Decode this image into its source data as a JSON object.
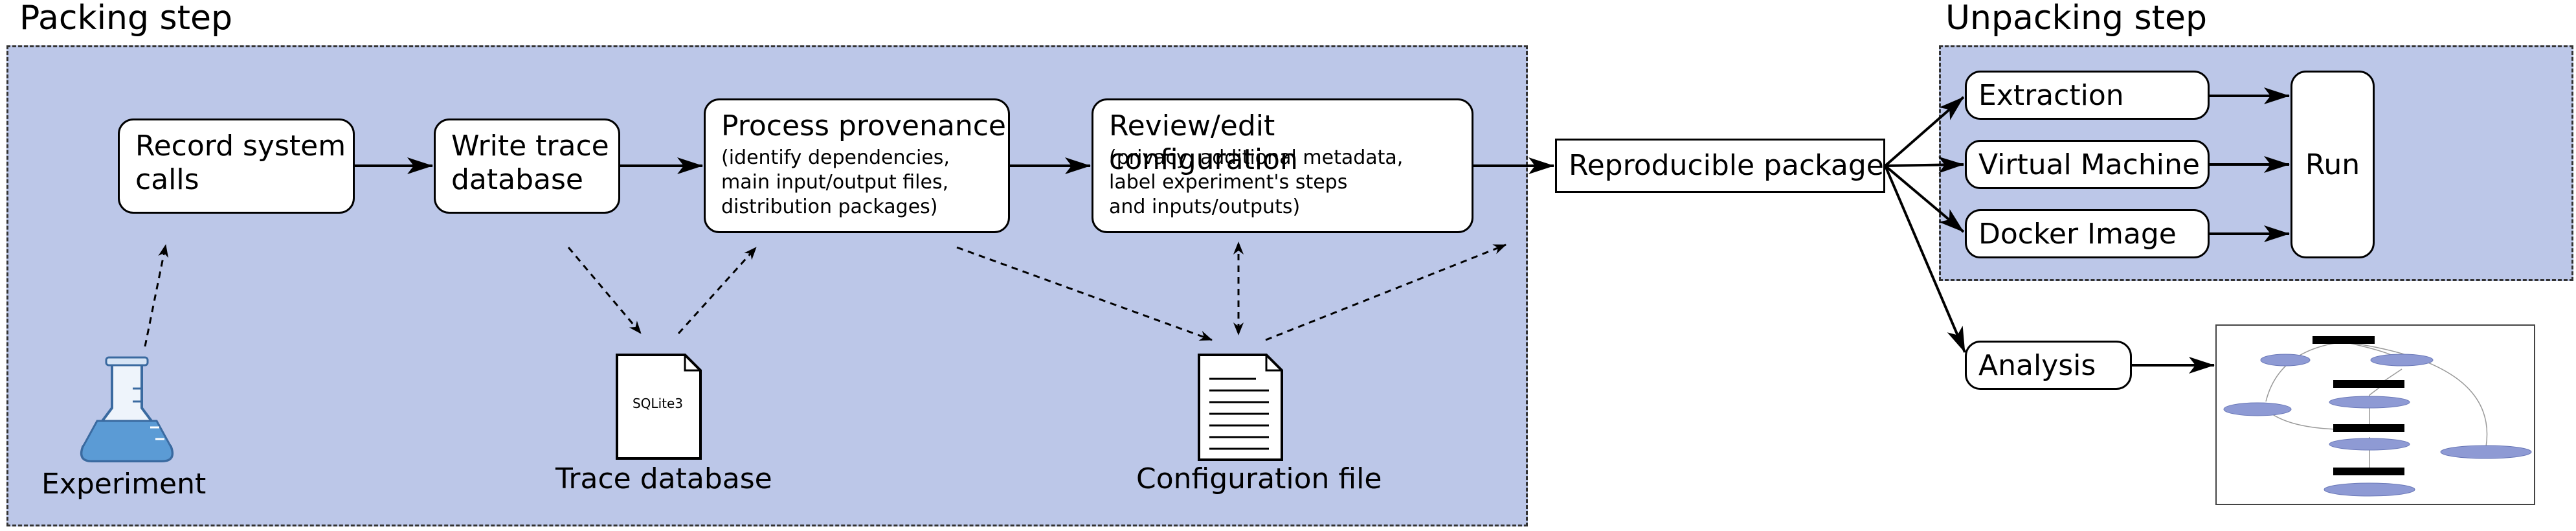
{
  "packing": {
    "title": "Packing step",
    "record": "Record system\ncalls",
    "write": "Write trace\ndatabase",
    "process_title": "Process provenance",
    "process_sub": "(identify dependencies,\nmain input/output files,\ndistribution packages)",
    "review_title": "Review/edit configuration",
    "review_sub": "(privacy, additional metadata,\nlabel experiment's steps\nand inputs/outputs)",
    "experiment_label": "Experiment",
    "trace_db_label": "Trace database",
    "trace_db_doc_text": "SQLite3",
    "config_label": "Configuration file"
  },
  "package_label": "Reproducible package",
  "unpacking": {
    "title": "Unpacking step",
    "extraction": "Extraction",
    "vm": "Virtual Machine",
    "docker": "Docker Image",
    "run": "Run",
    "analysis": "Analysis"
  },
  "colors": {
    "panel_fill": "#bcc7e8",
    "flask_liquid": "#5b9bd5",
    "node_fill": "#8e9ad4"
  }
}
